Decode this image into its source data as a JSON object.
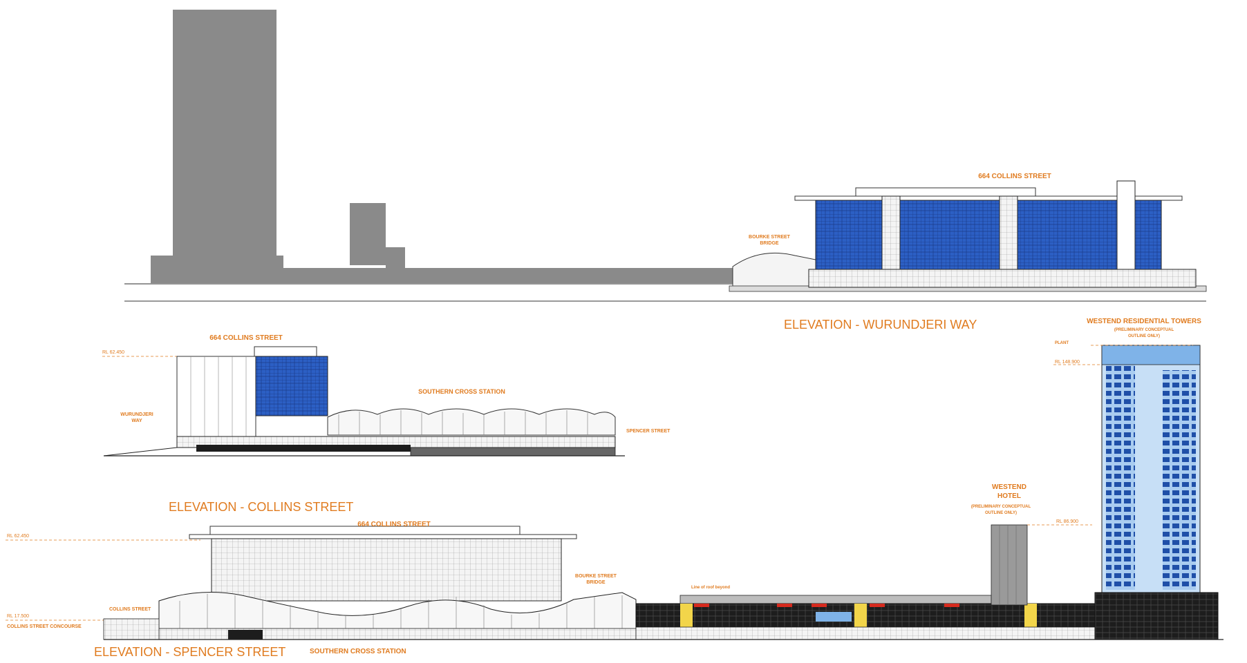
{
  "colors": {
    "accent": "#e07b1f",
    "glass_blue": "#2c5fc4",
    "tower_blue": "#7fb3e8",
    "massing_grey": "#8a8a8a",
    "dark": "#1d1d1d",
    "yellow": "#f2d54a",
    "red": "#d62a1e"
  },
  "elev_wurundjeri": {
    "title": "ELEVATION - WURUNDJERI WAY",
    "building_label": "664 COLLINS STREET",
    "bridge_label_1": "BOURKE STREET",
    "bridge_label_2": "BRIDGE"
  },
  "elev_collins": {
    "title": "ELEVATION - COLLINS STREET",
    "building_label": "664 COLLINS STREET",
    "station_label": "SOUTHERN CROSS STATION",
    "left_label_1": "WURUNDJERI",
    "left_label_2": "WAY",
    "right_label": "SPENCER STREET",
    "rl_top": "RL 62.450"
  },
  "elev_spencer": {
    "title": "ELEVATION - SPENCER STREET",
    "subtitle": "SOUTHERN CROSS STATION",
    "building_label": "664 COLLINS STREET",
    "collins_street": "COLLINS STREET",
    "rl_top": "RL 62.450",
    "rl_concourse": "RL 17.500",
    "concourse_label": "COLLINS STREET CONCOURSE",
    "bridge_label_1": "BOURKE STREET",
    "bridge_label_2": "BRIDGE",
    "roof_note": "Line of roof beyond",
    "hotel_label_1": "WESTEND",
    "hotel_label_2": "HOTEL",
    "hotel_note_1": "(PRELIMINARY CONCEPTUAL",
    "hotel_note_2": "OUTLINE ONLY)",
    "rl_hotel": "RL 86.900",
    "towers_label": "WESTEND RESIDENTIAL TOWERS",
    "towers_note_1": "(PRELIMINARY CONCEPTUAL",
    "towers_note_2": "OUTLINE ONLY)",
    "plant_label": "PLANT",
    "rl_towers": "RL 148.900"
  }
}
